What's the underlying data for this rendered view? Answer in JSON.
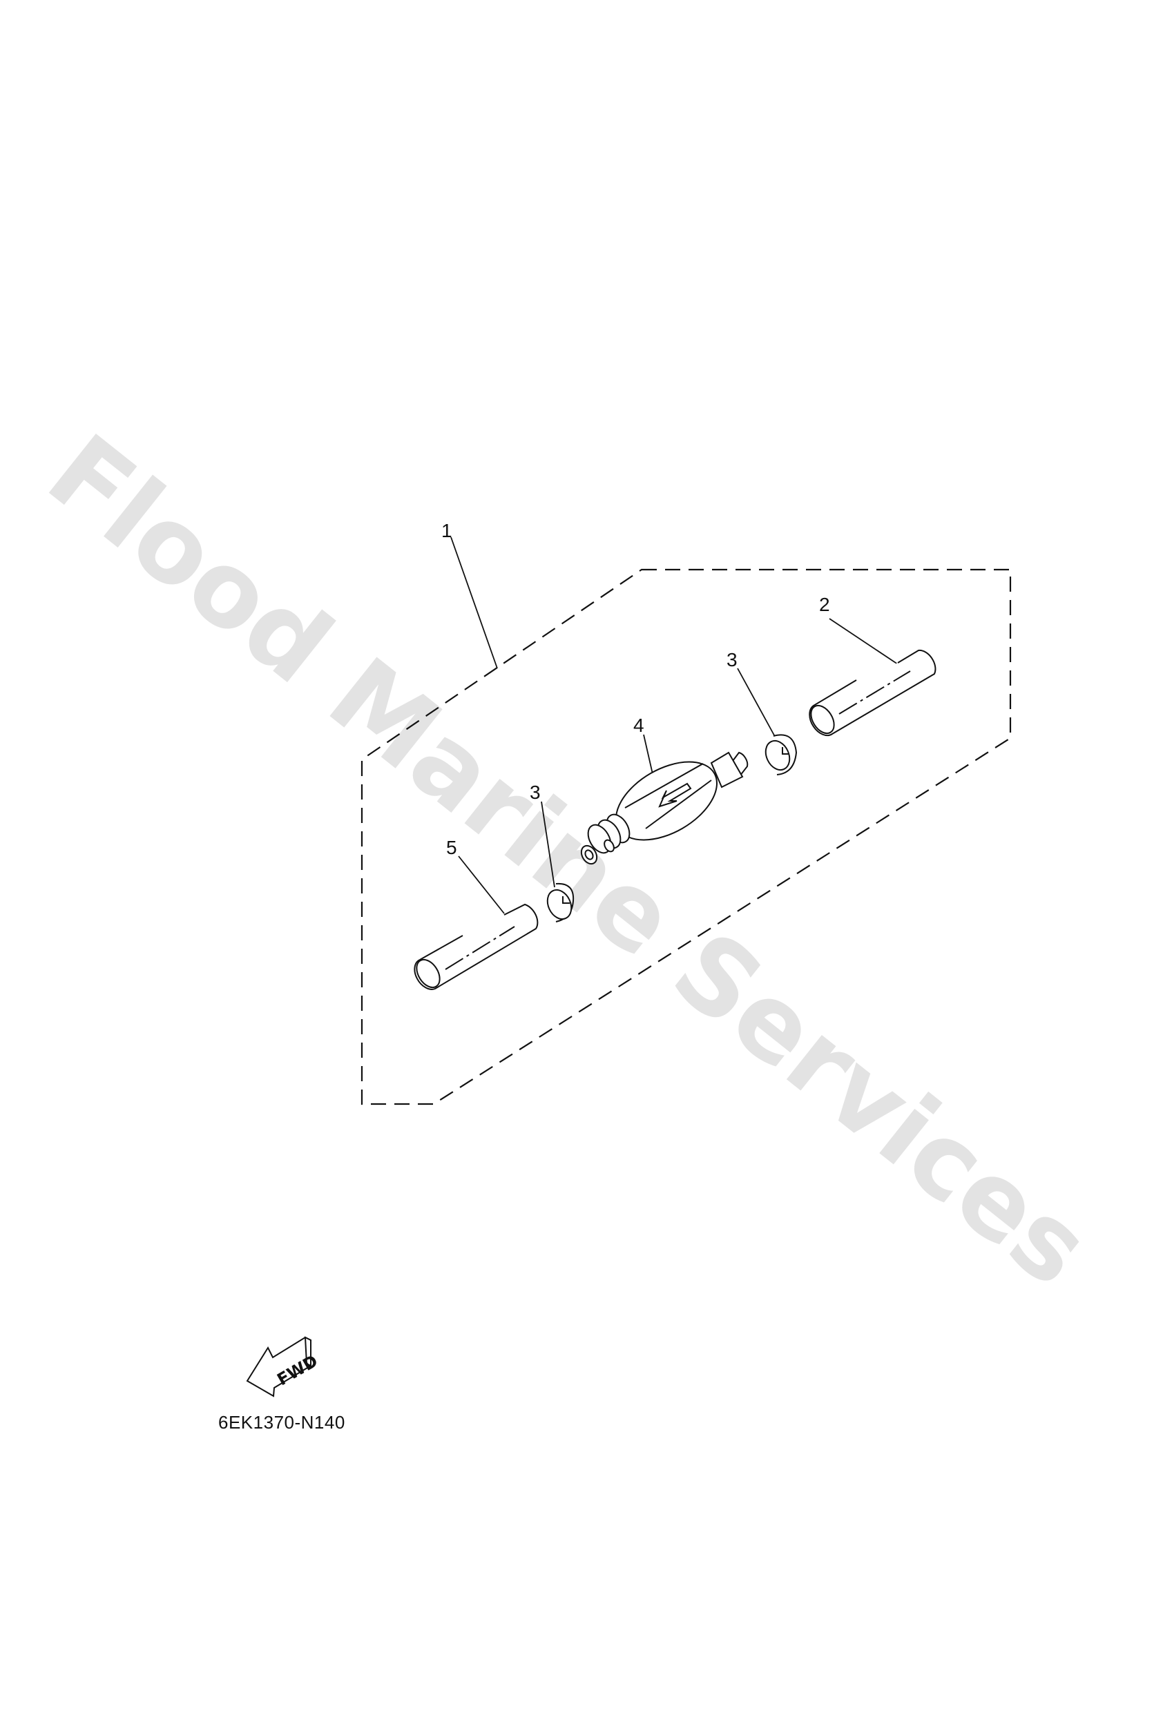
{
  "document": {
    "type": "exploded parts diagram",
    "watermark": "Flood Marine Services",
    "part_number": "6EK1370-N140",
    "direction_indicator": "FWD"
  },
  "callouts": [
    {
      "id": "1",
      "label": "1",
      "refers_to": "fuel line kit (dashed group)"
    },
    {
      "id": "2",
      "label": "2",
      "refers_to": "hose (right)"
    },
    {
      "id": "3a",
      "label": "3",
      "refers_to": "clip (right)"
    },
    {
      "id": "4",
      "label": "4",
      "refers_to": "primer bulb"
    },
    {
      "id": "3b",
      "label": "3",
      "refers_to": "clip (left)"
    },
    {
      "id": "5",
      "label": "5",
      "refers_to": "hose (left)"
    }
  ],
  "colors": {
    "line": "#111111",
    "watermark": "#e3e3e3",
    "background": "#ffffff"
  }
}
